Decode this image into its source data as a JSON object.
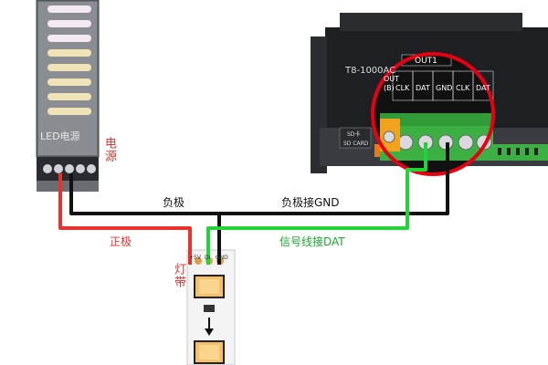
{
  "power_supply": {
    "brand": "LED电源",
    "label": "电源"
  },
  "controller": {
    "model": "T8-1000AC",
    "out_label": "OUT1",
    "terminals": [
      "CLK",
      "DAT",
      "GND",
      "CLK",
      "DAT"
    ],
    "left_terminal": "OUT (B)",
    "sd_label": "SD卡",
    "sd_card": "SD CARD"
  },
  "strip": {
    "label": "灯带",
    "pads": [
      "+5V",
      "DI",
      "GND"
    ]
  },
  "wires": {
    "negative": "负极",
    "negative_gnd": "负极接GND",
    "positive": "正极",
    "signal": "信号线接DAT"
  },
  "colors": {
    "negative_wire": "#111111",
    "positive_wire": "#e8322d",
    "signal_wire": "#22d43a",
    "highlight_ring": "#e60012"
  }
}
